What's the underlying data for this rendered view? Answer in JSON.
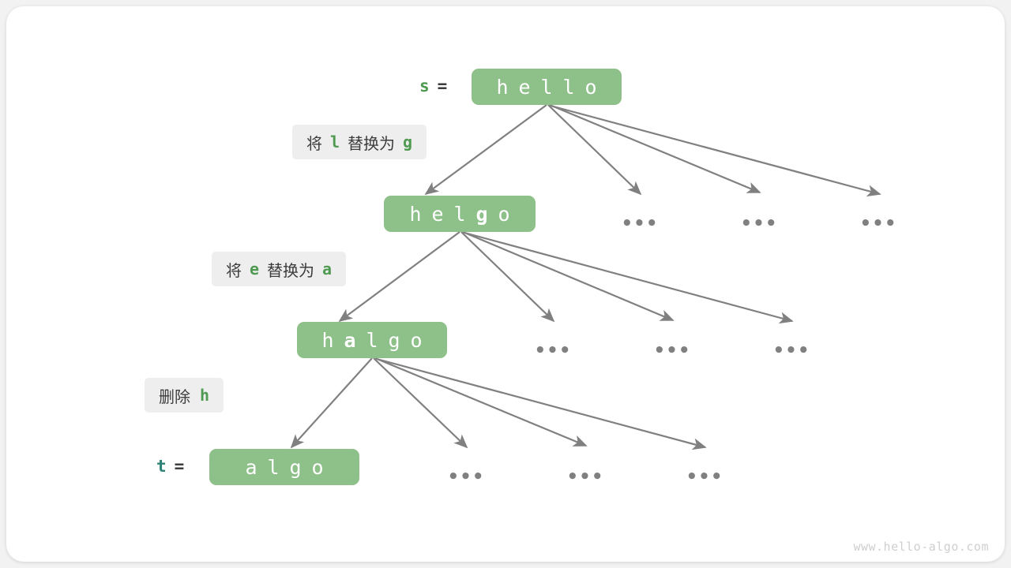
{
  "watermark": "www.hello-algo.com",
  "colors": {
    "node_fill": "#8ec08a",
    "node_text": "#ffffff",
    "arrow": "#808080",
    "label_bg": "#eeeeee",
    "label_text": "#3c3c3c",
    "accent_green": "#4f9a51",
    "accent_teal": "#2d8277",
    "card_bg": "#ffffff",
    "page_bg": "#f2f2f2",
    "ellipsis": "#808080"
  },
  "variables": {
    "source": {
      "name": "s",
      "equals": "=",
      "color": "#4f9a51"
    },
    "target": {
      "name": "t",
      "equals": "=",
      "color": "#2d8277"
    }
  },
  "nodes": [
    {
      "id": "node-hello",
      "text": "hello",
      "chars": [
        "h",
        "e",
        "l",
        "l",
        "o"
      ],
      "highlight_index": -1
    },
    {
      "id": "node-helgo",
      "text": "helgo",
      "chars": [
        "h",
        "e",
        "l",
        "g",
        "o"
      ],
      "highlight_index": 3
    },
    {
      "id": "node-halgo",
      "text": "halgo",
      "chars": [
        "h",
        "a",
        "l",
        "g",
        "o"
      ],
      "highlight_index": 1
    },
    {
      "id": "node-algo",
      "text": "algo",
      "chars": [
        "a",
        "l",
        "g",
        "o"
      ],
      "highlight_index": -1
    }
  ],
  "operations": [
    {
      "id": "op-replace-l-g",
      "full_text": "将 l 替换为 g",
      "prefix": "将",
      "from_char": "l",
      "middle": "替换为",
      "to_char": "g"
    },
    {
      "id": "op-replace-e-a",
      "full_text": "将 e 替换为 a",
      "prefix": "将",
      "from_char": "e",
      "middle": "替换为",
      "to_char": "a"
    },
    {
      "id": "op-delete-h",
      "full_text": "删除 h",
      "prefix": "删除",
      "from_char": "h",
      "middle": "",
      "to_char": ""
    }
  ],
  "ellipses": [
    {
      "id": "ellipsis-r1-c1",
      "text": "•••"
    },
    {
      "id": "ellipsis-r1-c2",
      "text": "•••"
    },
    {
      "id": "ellipsis-r1-c3",
      "text": "•••"
    },
    {
      "id": "ellipsis-r2-c1",
      "text": "•••"
    },
    {
      "id": "ellipsis-r2-c2",
      "text": "•••"
    },
    {
      "id": "ellipsis-r2-c3",
      "text": "•••"
    },
    {
      "id": "ellipsis-r3-c1",
      "text": "•••"
    },
    {
      "id": "ellipsis-r3-c2",
      "text": "•••"
    },
    {
      "id": "ellipsis-r3-c3",
      "text": "•••"
    }
  ]
}
